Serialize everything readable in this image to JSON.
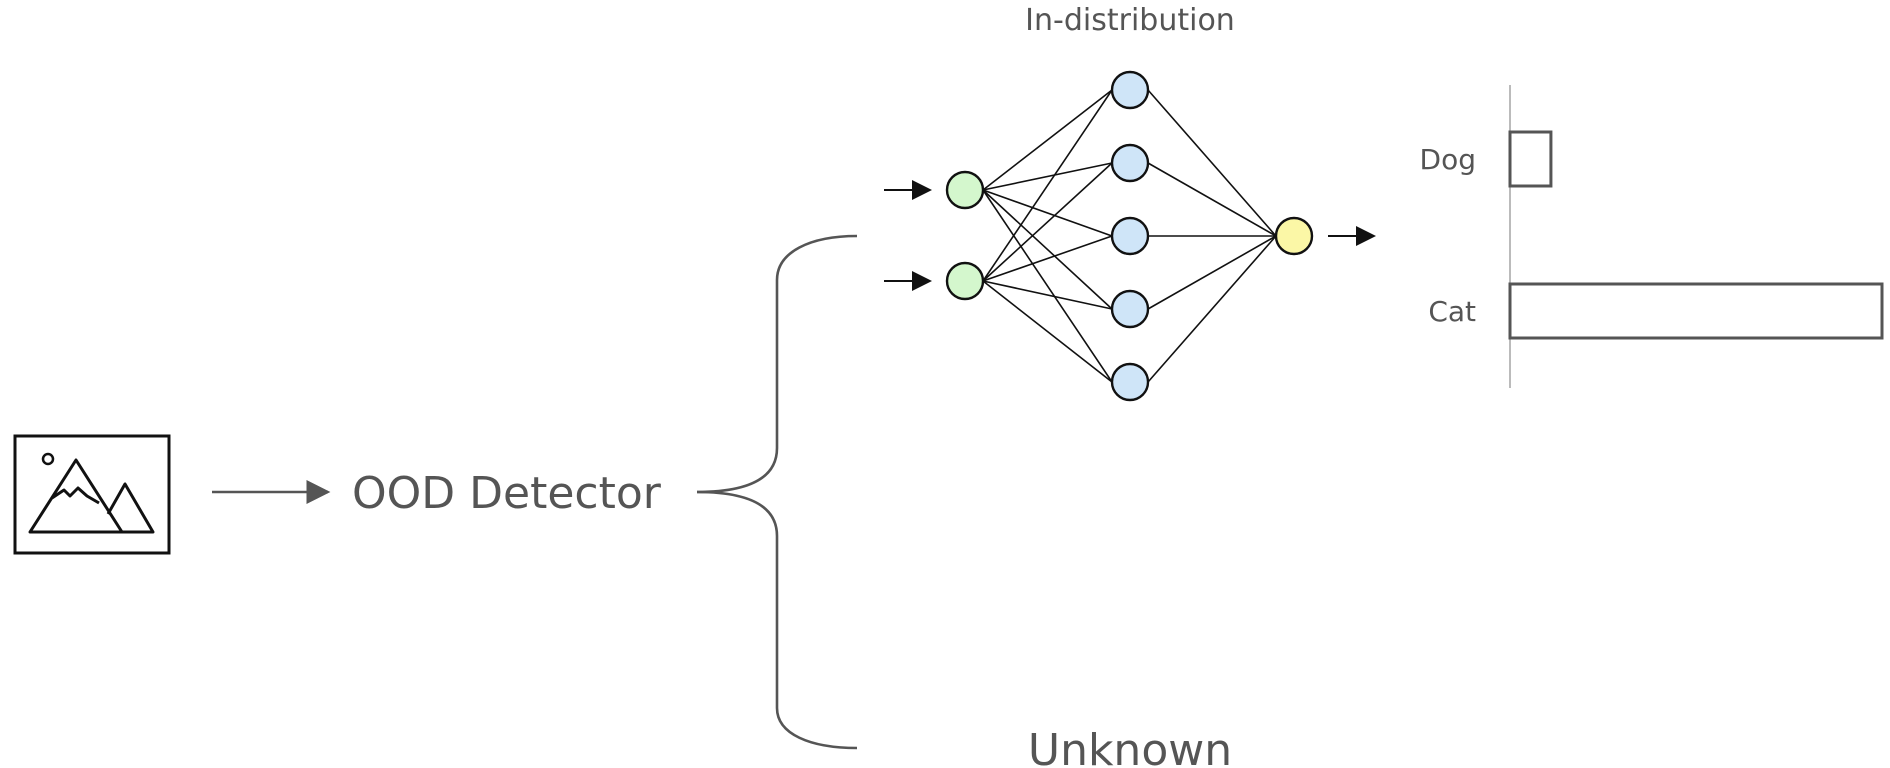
{
  "labels": {
    "detector": "OOD Detector",
    "in_distribution": "In-distribution",
    "unknown": "Unknown"
  },
  "icons": {
    "input_image": "image-landscape-icon"
  },
  "colors": {
    "input_node": "#d4f7cd",
    "hidden_node": "#cfe5f8",
    "output_node": "#fbf7a6",
    "text": "#555555",
    "line": "#111111"
  },
  "network": {
    "layers": [
      2,
      5,
      1
    ]
  },
  "classes": [
    {
      "label": "Dog",
      "score": 0.11
    },
    {
      "label": "Cat",
      "score": 1.0
    }
  ]
}
